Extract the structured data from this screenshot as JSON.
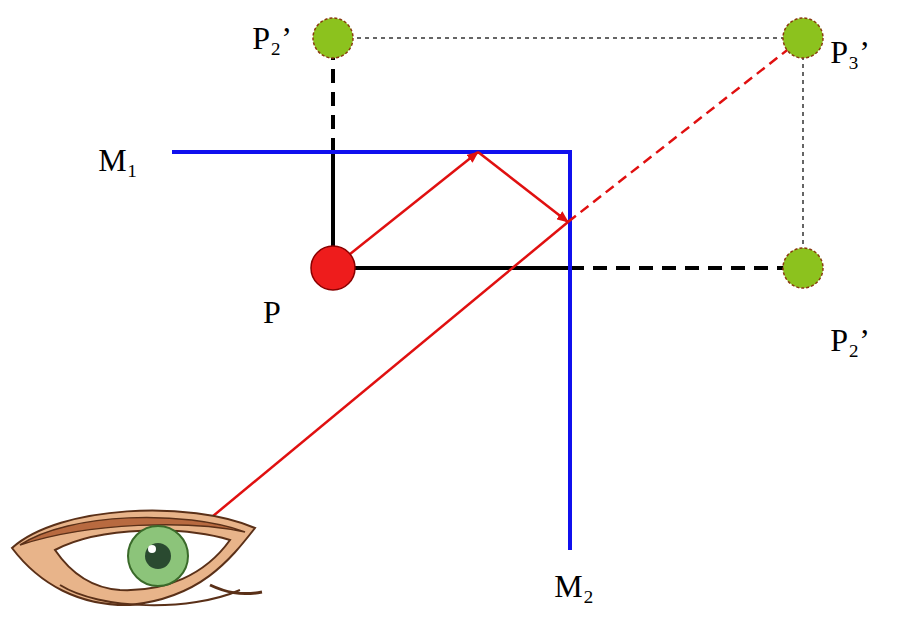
{
  "diagram": {
    "labels": [
      "P₂’",
      "P₃’",
      "M₁",
      "P",
      "P₂’",
      "M₂"
    ]
  }
}
